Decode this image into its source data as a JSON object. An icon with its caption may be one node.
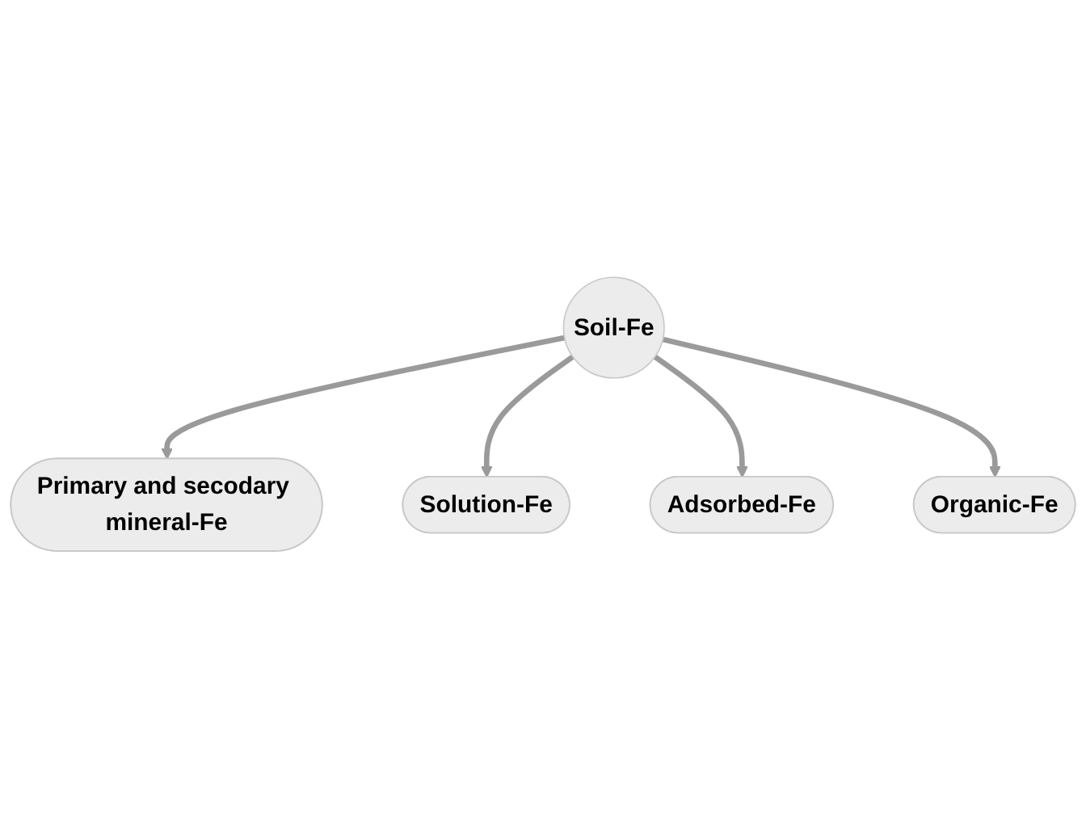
{
  "diagram": {
    "nodes": [
      {
        "text": [
          "Primary and secodary mineral-Fe"
        ]
      },
      {
        "text": [
          "Solution-Fe"
        ]
      },
      {
        "text": [
          "Soil-Fe"
        ]
      },
      {
        "text": [
          "Adsorbed-Fe"
        ]
      },
      {
        "text": [
          "Organic-Fe"
        ]
      }
    ],
    "edges": [
      {
        "from": 2,
        "to": 0,
        "arrow": "to"
      },
      {
        "from": 2,
        "to": 1,
        "arrow": "to"
      },
      {
        "from": 2,
        "to": 3,
        "arrow": "to"
      },
      {
        "from": 2,
        "to": 4,
        "arrow": "to"
      }
    ]
  }
}
